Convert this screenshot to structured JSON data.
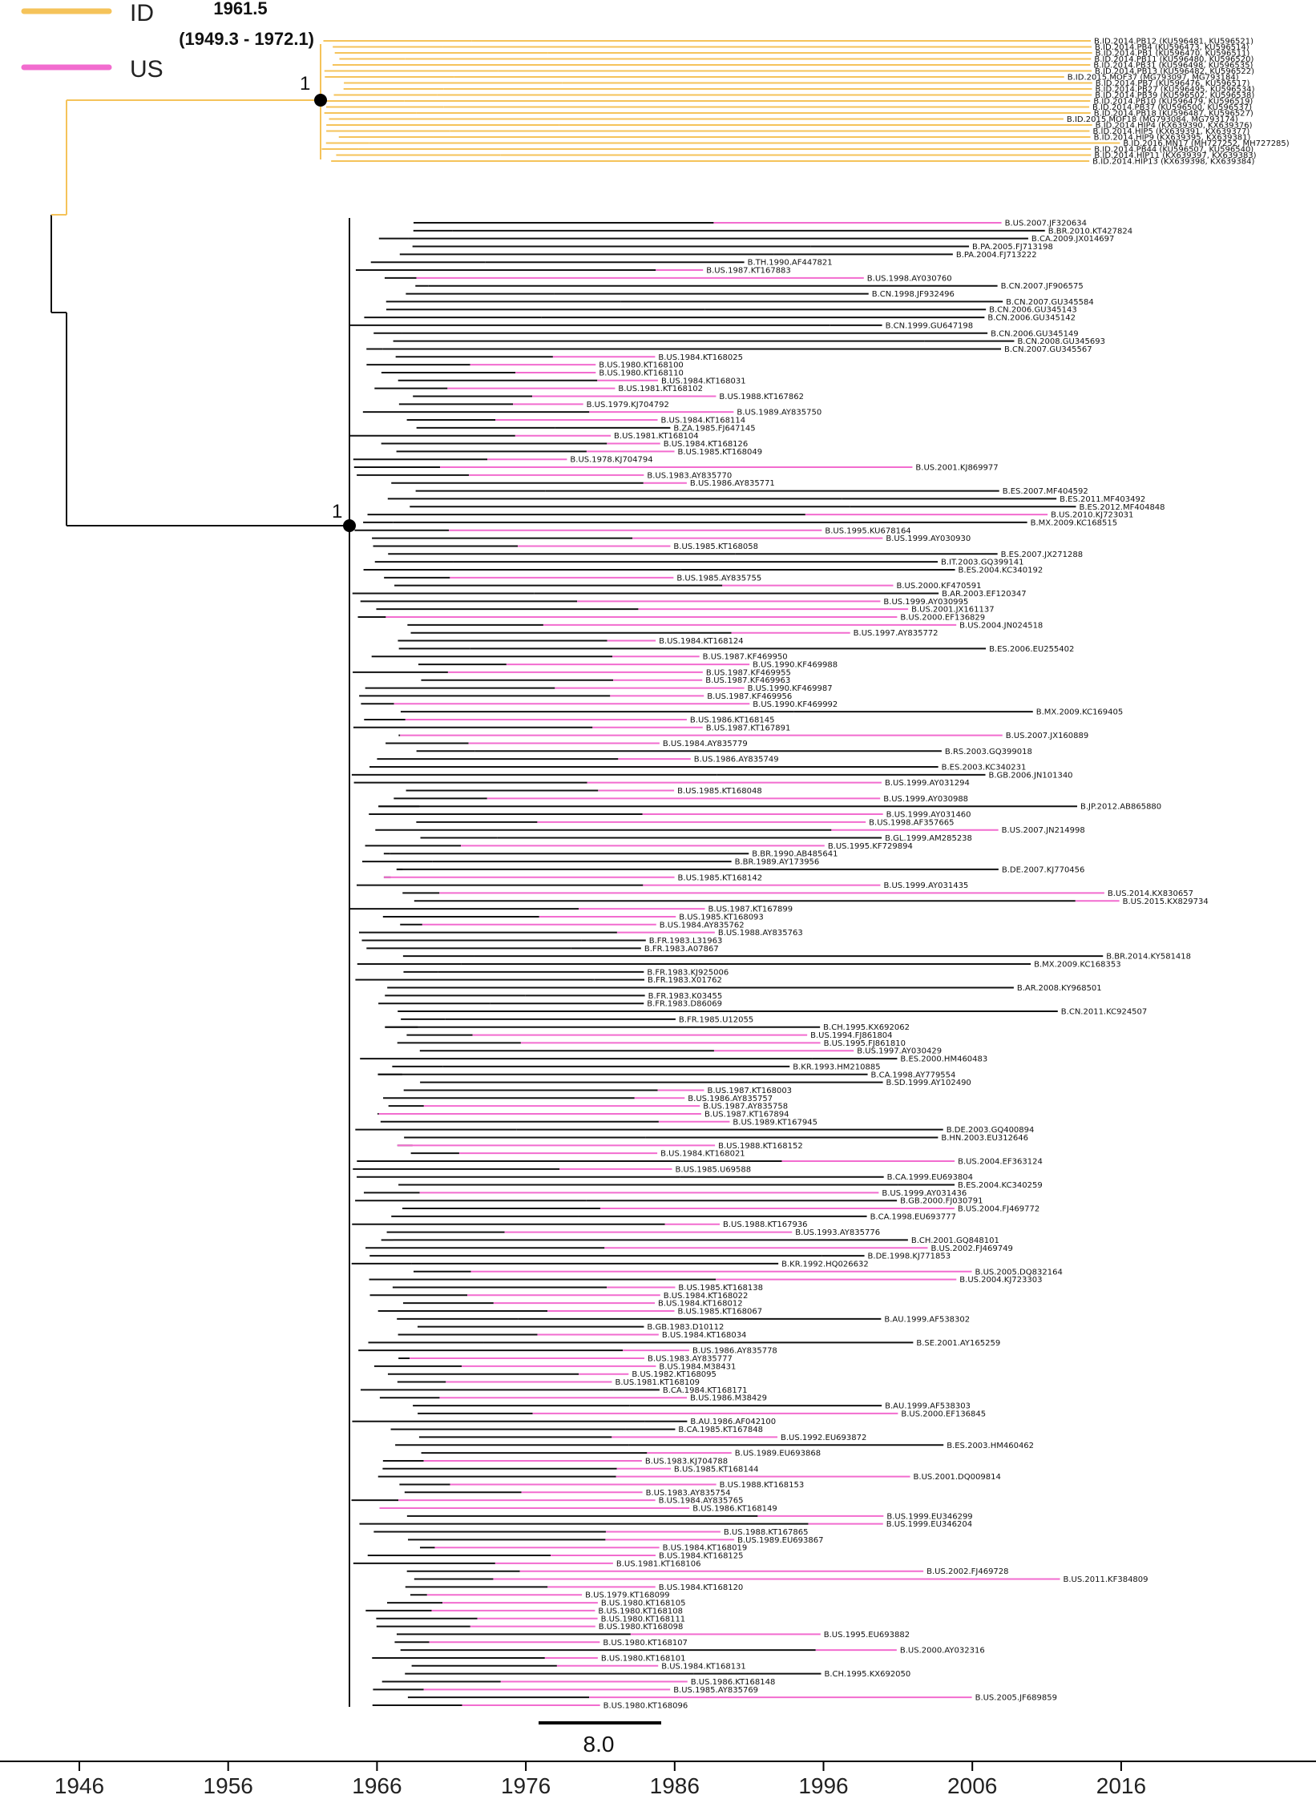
{
  "colors": {
    "ID": "#f5c35a",
    "US": "#f26ccf",
    "other": "#111111"
  },
  "legend": [
    {
      "key": "ID",
      "label": "ID"
    },
    {
      "key": "US",
      "label": "US"
    }
  ],
  "root_node": {
    "age": "1961.5",
    "hpd": "(1949.3 - 1972.1)",
    "support": "1"
  },
  "us_node": {
    "support": "1"
  },
  "scale_bar": {
    "label": "8.0",
    "years": 8
  },
  "axis": {
    "ticks": [
      "1946",
      "1956",
      "1966",
      "1976",
      "1986",
      "1996",
      "2006",
      "2016"
    ],
    "tick_years": [
      1946,
      1956,
      1966,
      1976,
      1986,
      1996,
      2006,
      2016
    ]
  },
  "id_clade": [
    "B.ID.2014.PB12 (KU596481, KU596521)",
    "B.ID.2014.PB4 (KU596473, KU596514)",
    "B.ID.2014.PB1 (KU596470, KU596511)",
    "B.ID.2014.PB11 (KU596480, KU596520)",
    "B.ID.2014.PB31 (KU596498, KU596535)",
    "B.ID.2014.PB13 (KU596482, KU596522)",
    "B.ID.2015.MOF37 (MG793097, MG793184)",
    "B.ID.2014.PB7 (KU596476, KU596517)",
    "B.ID.2014.PB27 (KU596495, KU596534)",
    "B.ID.2014.PB39 (KU596502, KU596538)",
    "B.ID.2014.PB10 (KU596479, KU596519)",
    "B.ID.2014.PB37 (KU596500, KU596537)",
    "B.ID.2014.PB18 (KU596487, KU596527)",
    "B.ID.2015.MOF18 (MG793084, MG793174)",
    "B.ID.2014.HIP4 (KX639390, KX639376)",
    "B.ID.2014.HIP5 (KX639391, KX639377)",
    "B.ID.2014.HIP9 (KX639395, KX639381)",
    "B.ID.2016.MN17 (MH727252, MH727285)",
    "B.ID.2014.PB44 (KU596507, KU596540)",
    "B.ID.2014.HIP11 (KX639397, KX639383)",
    "B.ID.2014.HIP13 (KX639398, KX639384)"
  ],
  "global_taxa": [
    "B.US.2007.JF320634",
    "B.BR.2010.KT427824",
    "B.CA.2009.JX014697",
    "B.PA.2005.FJ713198",
    "B.PA.2004.FJ713222",
    "B.TH.1990.AF447821",
    "B.US.1987.KT167883",
    "B.US.1998.AY030760",
    "B.CN.2007.JF906575",
    "B.CN.1998.JF932496",
    "B.CN.2007.GU345584",
    "B.CN.2006.GU345143",
    "B.CN.2006.GU345142",
    "B.CN.1999.GU647198",
    "B.CN.2006.GU345149",
    "B.CN.2008.GU345693",
    "B.CN.2007.GU345567",
    "B.US.1984.KT168025",
    "B.US.1980.KT168100",
    "B.US.1980.KT168110",
    "B.US.1984.KT168031",
    "B.US.1981.KT168102",
    "B.US.1988.KT167862",
    "B.US.1979.KJ704792",
    "B.US.1989.AY835750",
    "B.US.1984.KT168114",
    "B.ZA.1985.FJ647145",
    "B.US.1981.KT168104",
    "B.US.1984.KT168126",
    "B.US.1985.KT168049",
    "B.US.1978.KJ704794",
    "B.US.2001.KJ869977",
    "B.US.1983.AY835770",
    "B.US.1986.AY835771",
    "B.ES.2007.MF404592",
    "B.ES.2011.MF403492",
    "B.ES.2012.MF404848",
    "B.US.2010.KJ723031",
    "B.MX.2009.KC168515",
    "B.US.1995.KU678164",
    "B.US.1999.AY030930",
    "B.US.1985.KT168058",
    "B.ES.2007.JX271288",
    "B.IT.2003.GQ399141",
    "B.ES.2004.KC340192",
    "B.US.1985.AY835755",
    "B.US.2000.KF470591",
    "B.AR.2003.EF120347",
    "B.US.1999.AY030995",
    "B.US.2001.JX161137",
    "B.US.2000.EF136829",
    "B.US.2004.JN024518",
    "B.US.1997.AY835772",
    "B.US.1984.KT168124",
    "B.ES.2006.EU255402",
    "B.US.1987.KF469950",
    "B.US.1990.KF469988",
    "B.US.1987.KF469955",
    "B.US.1987.KF469963",
    "B.US.1990.KF469987",
    "B.US.1987.KF469956",
    "B.US.1990.KF469992",
    "B.MX.2009.KC169405",
    "B.US.1986.KT168145",
    "B.US.1987.KT167891",
    "B.US.2007.JX160889",
    "B.US.1984.AY835779",
    "B.RS.2003.GQ399018",
    "B.US.1986.AY835749",
    "B.ES.2003.KC340231",
    "B.GB.2006.JN101340",
    "B.US.1999.AY031294",
    "B.US.1985.KT168048",
    "B.US.1999.AY030988",
    "B.JP.2012.AB865880",
    "B.US.1999.AY031460",
    "B.US.1998.AF357665",
    "B.US.2007.JN214998",
    "B.GL.1999.AM285238",
    "B.US.1995.KF729894",
    "B.BR.1990.AB485641",
    "B.BR.1989.AY173956",
    "B.DE.2007.KJ770456",
    "B.US.1985.KT168142",
    "B.US.1999.AY031435",
    "B.US.2014.KX830657",
    "B.US.2015.KX829734",
    "B.US.1987.KT167899",
    "B.US.1985.KT168093",
    "B.US.1984.AY835762",
    "B.US.1988.AY835763",
    "B.FR.1983.L31963",
    "B.FR.1983.A07867",
    "B.BR.2014.KY581418",
    "B.MX.2009.KC168353",
    "B.FR.1983.KJ925006",
    "B.FR.1983.X01762",
    "B.AR.2008.KY968501",
    "B.FR.1983.K03455",
    "B.FR.1983.D86069",
    "B.CN.2011.KC924507",
    "B.FR.1985.U12055",
    "B.CH.1995.KX692062",
    "B.US.1994.FJ861804",
    "B.US.1995.FJ861810",
    "B.US.1997.AY030429",
    "B.ES.2000.HM460483",
    "B.KR.1993.HM210885",
    "B.CA.1998.AY779554",
    "B.SD.1999.AY102490",
    "B.US.1987.KT168003",
    "B.US.1986.AY835757",
    "B.US.1987.AY835758",
    "B.US.1987.KT167894",
    "B.US.1989.KT167945",
    "B.DE.2003.GQ400894",
    "B.HN.2003.EU312646",
    "B.US.1988.KT168152",
    "B.US.1984.KT168021",
    "B.US.2004.EF363124",
    "B.US.1985.U69588",
    "B.CA.1999.EU693804",
    "B.ES.2004.KC340259",
    "B.US.1999.AY031436",
    "B.GB.2000.FJ030791",
    "B.US.2004.FJ469772",
    "B.CA.1998.EU693777",
    "B.US.1988.KT167936",
    "B.US.1993.AY835776",
    "B.CH.2001.GQ848101",
    "B.US.2002.FJ469749",
    "B.DE.1998.KJ771853",
    "B.KR.1992.HQ026632",
    "B.US.2005.DQ832164",
    "B.US.2004.KJ723303",
    "B.US.1985.KT168138",
    "B.US.1984.KT168022",
    "B.US.1984.KT168012",
    "B.US.1985.KT168067",
    "B.AU.1999.AF538302",
    "B.GB.1983.D10112",
    "B.US.1984.KT168034",
    "B.SE.2001.AY165259",
    "B.US.1986.AY835778",
    "B.US.1983.AY835777",
    "B.US.1984.M38431",
    "B.US.1982.KT168095",
    "B.US.1981.KT168109",
    "B.CA.1984.KT168171",
    "B.US.1986.M38429",
    "B.AU.1999.AF538303",
    "B.US.2000.EF136845",
    "B.AU.1986.AF042100",
    "B.CA.1985.KT167848",
    "B.US.1992.EU693872",
    "B.ES.2003.HM460462",
    "B.US.1989.EU693868",
    "B.US.1983.KJ704788",
    "B.US.1985.KT168144",
    "B.US.2001.DQ009814",
    "B.US.1988.KT168153",
    "B.US.1983.AY835754",
    "B.US.1984.AY835765",
    "B.US.1986.KT168149",
    "B.US.1999.EU346299",
    "B.US.1999.EU346204",
    "B.US.1988.KT167865",
    "B.US.1989.EU693867",
    "B.US.1984.KT168019",
    "B.US.1984.KT168125",
    "B.US.1981.KT168106",
    "B.US.2002.FJ469728",
    "B.US.2011.KF384809",
    "B.US.1984.KT168120",
    "B.US.1979.KT168099",
    "B.US.1980.KT168105",
    "B.US.1980.KT168108",
    "B.US.1980.KT168111",
    "B.US.1980.KT168098",
    "B.US.1995.EU693882",
    "B.US.1980.KT168107",
    "B.US.2000.AY032316",
    "B.US.1980.KT168101",
    "B.US.1984.KT168131",
    "B.CH.1995.KX692050",
    "B.US.1986.KT168148",
    "B.US.1985.AY835769",
    "B.US.2005.JF689859",
    "B.US.1980.KT168096"
  ]
}
